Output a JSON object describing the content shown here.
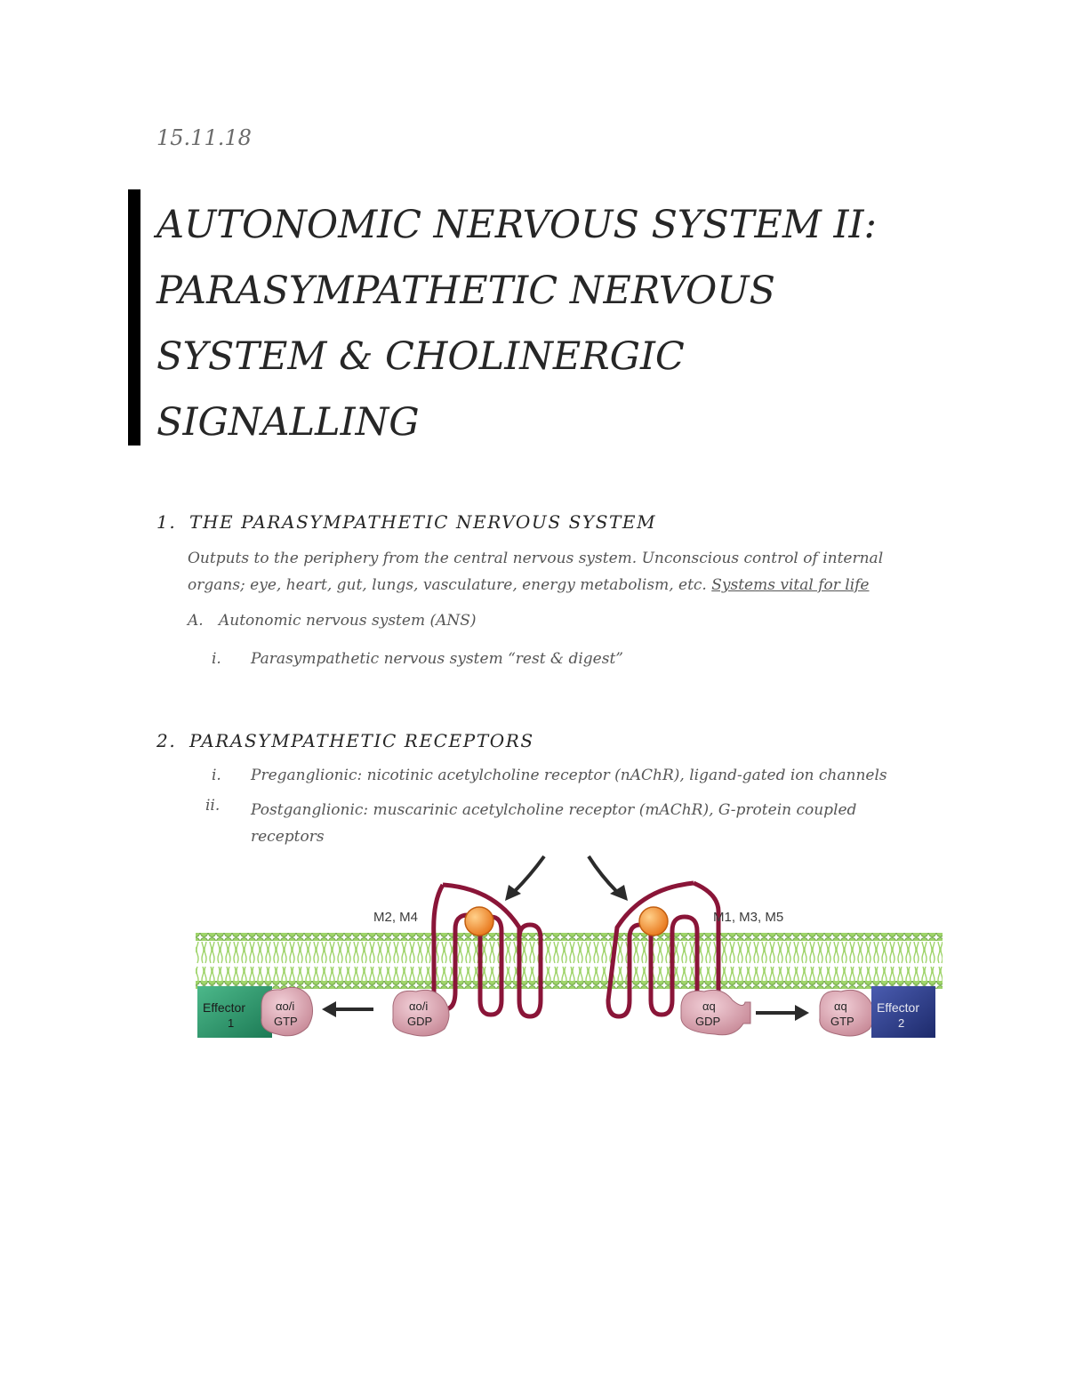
{
  "date": "15.11.18",
  "title": {
    "line1": "AUTONOMIC NERVOUS SYSTEM II:",
    "line2": "PARASYMPATHETIC NERVOUS",
    "line3": "SYSTEM & CHOLINERGIC",
    "line4": "SIGNALLING"
  },
  "section1": {
    "number": "1.",
    "heading": "THE PARASYMPATHETIC NERVOUS SYSTEM",
    "para_line1": "Outputs to the periphery from the central nervous system. Unconscious control of internal",
    "para_line2": "organs; eye, heart, gut, lungs, vasculature, energy metabolism, etc.",
    "para_link": "Systems vital for life",
    "sub_a_marker": "A.",
    "sub_a": "Autonomic nervous system (ANS)",
    "sub_i_marker": "i.",
    "sub_i": "Parasympathetic nervous system “rest & digest”"
  },
  "section2": {
    "number": "2.",
    "heading": "PARASYMPATHETIC RECEPTORS",
    "item1_marker": "i.",
    "item1": "Preganglionic: nicotinic acetylcholine receptor (nAChR), ligand-gated ion channels",
    "item2_marker": "ii.",
    "item2_line1": "Postganglionic: muscarinic acetylcholine receptor (mAChR), G-protein coupled",
    "item2_line2": "receptors"
  },
  "figure": {
    "label_left": "M2, M4",
    "label_right": "M1, M3, M5",
    "effector1": "Effector",
    "effector1_num": "1",
    "effector2": "Effector",
    "effector2_num": "2",
    "alpha_oi": "αo/i",
    "alpha_q": "αq",
    "gtp": "GTP",
    "gdp": "GDP"
  },
  "colors": {
    "receptor": "#8a1538",
    "ligand": "#f0902a",
    "membrane": "#8ec85a",
    "effector1": "#2e9a6e",
    "effector2": "#2d3f8e",
    "gprotein": "#d9a3b0"
  }
}
